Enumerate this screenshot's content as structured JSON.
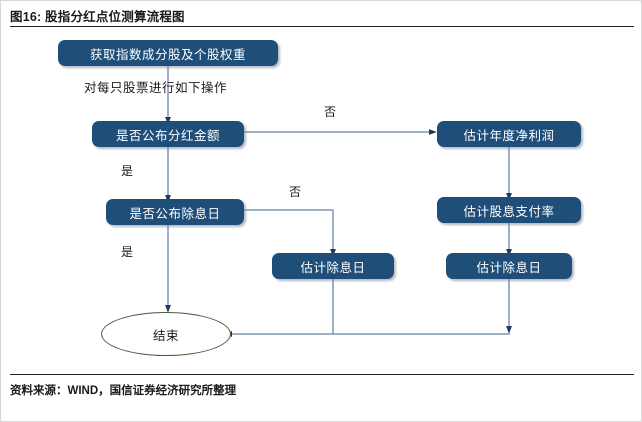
{
  "figure": {
    "title": "图16: 股指分红点位测算流程图",
    "source": "资料来源：WIND，国信证券经济研究所整理"
  },
  "chart_data": {
    "type": "diagram",
    "title": "图16: 股指分红点位测算流程图",
    "node_fill": "#1F4E79",
    "node_text_color": "#ffffff",
    "terminal_border": "#4a5c3a",
    "connector_color": "#8096b4",
    "arrowhead_color": "#1F3864",
    "nodes": [
      {
        "id": "n1",
        "label": "获取指数成分股及个股权重",
        "shape": "rounded-rect"
      },
      {
        "id": "n2",
        "label": "是否公布分红金额",
        "shape": "rounded-rect"
      },
      {
        "id": "n3",
        "label": "是否公布除息日",
        "shape": "rounded-rect"
      },
      {
        "id": "n4",
        "label": "估计除息日",
        "shape": "rounded-rect"
      },
      {
        "id": "n5",
        "label": "估计年度净利润",
        "shape": "rounded-rect"
      },
      {
        "id": "n6",
        "label": "估计股息支付率",
        "shape": "rounded-rect"
      },
      {
        "id": "n7",
        "label": "估计除息日",
        "shape": "rounded-rect"
      },
      {
        "id": "n8",
        "label": "结束",
        "shape": "ellipse"
      }
    ],
    "edges": [
      {
        "from": "n1",
        "to": "n2",
        "label": ""
      },
      {
        "from": "n2",
        "to": "n3",
        "label": "是"
      },
      {
        "from": "n2",
        "to": "n5",
        "label": "否"
      },
      {
        "from": "n3",
        "to": "n8",
        "label": "是"
      },
      {
        "from": "n3",
        "to": "n4",
        "label": "否"
      },
      {
        "from": "n5",
        "to": "n6",
        "label": ""
      },
      {
        "from": "n6",
        "to": "n7",
        "label": ""
      },
      {
        "from": "n4",
        "to": "n8",
        "label": ""
      },
      {
        "from": "n7",
        "to": "n8",
        "label": ""
      }
    ],
    "annotations": [
      {
        "id": "a1",
        "text": "对每只股票进行如下操作"
      }
    ]
  },
  "labels": {
    "n1": "获取指数成分股及个股权重",
    "n2": "是否公布分红金额",
    "n3": "是否公布除息日",
    "n4": "估计除息日",
    "n5": "估计年度净利润",
    "n6": "估计股息支付率",
    "n7": "估计除息日",
    "n8": "结束",
    "note_each_stock": "对每只股票进行如下操作",
    "yes_1": "是",
    "yes_2": "是",
    "no_1": "否",
    "no_2": "否"
  }
}
